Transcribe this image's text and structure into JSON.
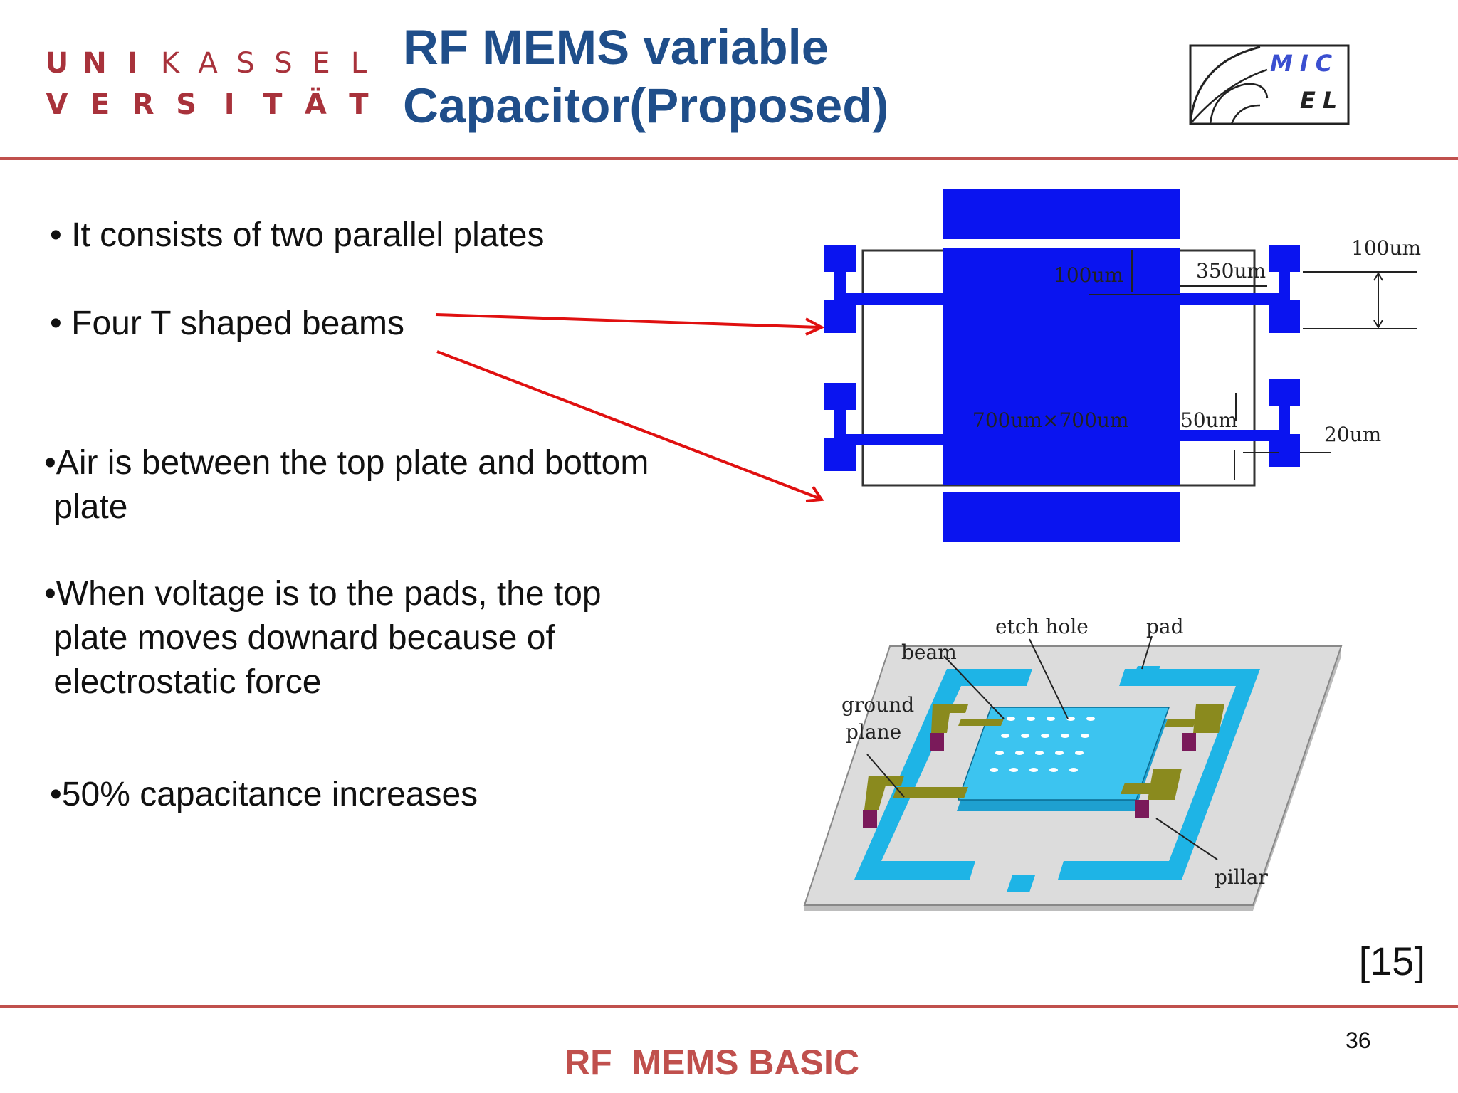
{
  "logo": {
    "row1": [
      "U",
      "N",
      "I",
      "K",
      "A",
      "S",
      "S",
      "E",
      "L"
    ],
    "row2": [
      "V",
      "E",
      "R",
      "S",
      "I",
      "T",
      "Ä",
      "T"
    ],
    "micel_line1": "MIC",
    "micel_line2": "EL"
  },
  "title": {
    "line1": "RF MEMS variable",
    "line2": "Capacitor(Proposed)"
  },
  "bullets": [
    "• It consists of two parallel plates",
    "• Four T shaped beams",
    "•Air is between the top plate and bottom\n plate",
    "•When voltage is to the pads, the top\n plate moves downard because of\n electrostatic force",
    "•50% capacitance increases"
  ],
  "diagram_top": {
    "labels": {
      "dim_100um_inner": "100um",
      "dim_350um": "350um",
      "dim_100um_right": "100um",
      "plate_size": "700um×700um",
      "dim_50um": "50um",
      "dim_20um": "20um"
    },
    "colors": {
      "plate": "#0a14f0",
      "arrow": "#e01010"
    }
  },
  "diagram_bottom": {
    "labels": {
      "beam": "beam",
      "etch_hole": "etch hole",
      "pad": "pad",
      "ground_plane_1": "ground",
      "ground_plane_2": "plane",
      "pillar": "pillar"
    },
    "colors": {
      "cyan": "#1eb4e6",
      "olive": "#8a8a1e",
      "pillar": "#7a1a5a",
      "ground": "#dcdcdc"
    }
  },
  "reference": "[15]",
  "page_number": "36",
  "footer": "RF  MEMS BASIC"
}
